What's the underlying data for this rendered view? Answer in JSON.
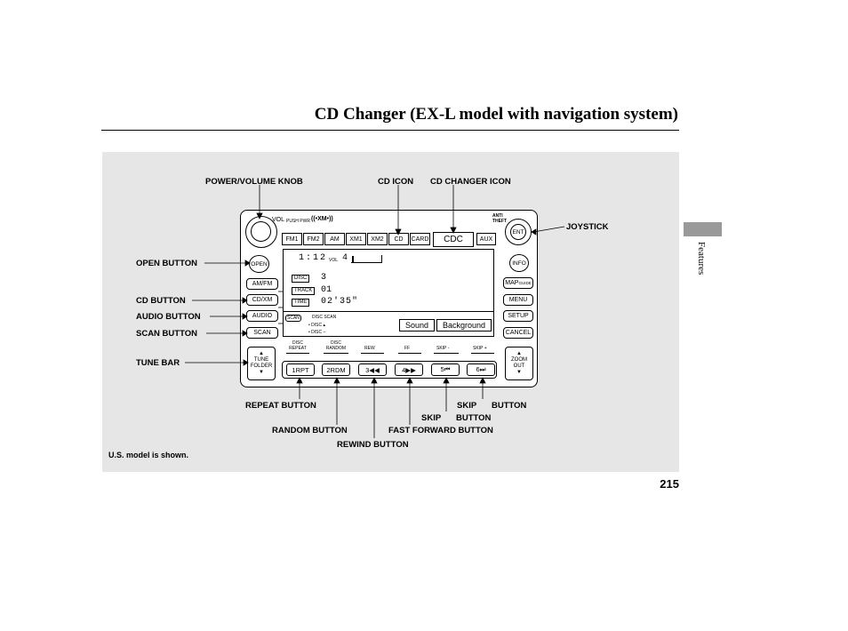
{
  "page": {
    "title": "CD Changer (EX-L model with navigation system)",
    "side_tab": "Features",
    "page_number": "215",
    "note": "U.S. model is shown."
  },
  "callouts": {
    "power_volume_knob": "POWER/VOLUME KNOB",
    "cd_icon": "CD ICON",
    "cd_changer_icon": "CD CHANGER ICON",
    "joystick": "JOYSTICK",
    "open_button": "OPEN BUTTON",
    "cd_button": "CD BUTTON",
    "audio_button": "AUDIO BUTTON",
    "scan_button": "SCAN BUTTON",
    "tune_bar": "TUNE BAR",
    "repeat_button": "REPEAT BUTTON",
    "random_button": "RANDOM BUTTON",
    "rewind_button": "REWIND BUTTON",
    "fast_forward_button": "FAST FORWARD BUTTON",
    "skip_left_1": "SKIP",
    "skip_left_2": "BUTTON",
    "skip_right_1": "SKIP",
    "skip_right_2": "BUTTON"
  },
  "unit": {
    "vol_label": "VOL",
    "push_pwr": "PUSH PWR",
    "xm_logo": "((•XM•))",
    "anti_theft": "ANTI THEFT",
    "source_tabs": [
      "FM1",
      "FM2",
      "AM",
      "XM1",
      "XM2",
      "CD",
      "CARD",
      "CDC",
      "AUX"
    ],
    "left_buttons": {
      "open": "OPEN",
      "amfm": "AM/FM",
      "cdxm": "CD/XM",
      "audio": "AUDIO",
      "scan": "SCAN",
      "tune": "TUNE",
      "folder": "FOLDER"
    },
    "right_buttons": {
      "ent": "ENT",
      "info": "INFO",
      "map": "MAP",
      "guide": "GUIDE",
      "menu": "MENU",
      "setup": "SETUP",
      "cancel": "CANCEL",
      "zoom": "ZOOM",
      "out": "OUT"
    },
    "screen": {
      "clock": "1:12",
      "vol_label": "VOL",
      "vol_value": "4",
      "disc_label": "DISC",
      "disc_value": "3",
      "track_label": "TRACK",
      "track_value": "01",
      "time_label": "TIME",
      "time_value": "02'35\"",
      "scan_label": "SCAN",
      "disc_scan": "DISC SCAN",
      "disc_up": "• DISC ▴",
      "disc_down": "• DISC –",
      "sound": "Sound",
      "background": "Background"
    },
    "function_labels": [
      "DISC REPEAT",
      "DISC RANDOM",
      "REW",
      "FF",
      "SKIP -",
      "SKIP +"
    ],
    "preset_buttons": [
      "1RPT",
      "2RDM",
      "3◀◀",
      "4▶▶",
      "5⏮",
      "6⏭"
    ]
  }
}
